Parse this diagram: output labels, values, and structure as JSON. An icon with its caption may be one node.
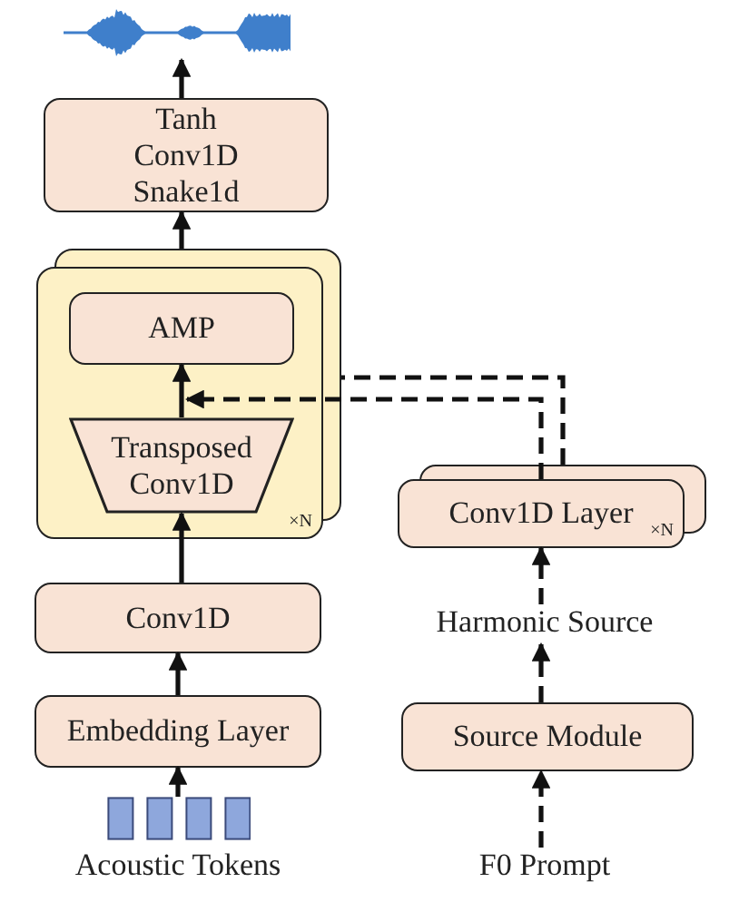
{
  "diagram": {
    "nodes": [
      {
        "text": [],
        "shape": "picture"
      },
      {
        "text": [
          "Tanh",
          "Conv1D",
          "Snake1d"
        ]
      },
      {
        "text": [
          "×N"
        ]
      },
      {
        "text": [
          "AMP"
        ],
        "in": 2
      },
      {
        "text": [
          "Transposed Conv1D"
        ],
        "in": 2
      },
      {
        "text": [
          "Conv1D"
        ]
      },
      {
        "text": [
          "Embedding Layer"
        ]
      },
      {
        "text": [
          "Acoustic Tokens"
        ]
      },
      {
        "text": [
          "Conv1D Layer",
          "×N"
        ]
      },
      {
        "text": [
          "Harmonic Source"
        ]
      },
      {
        "text": [
          "Source Module"
        ]
      },
      {
        "text": [
          "F0 Prompt"
        ]
      }
    ],
    "edges": [
      {
        "from": 1,
        "to": 0,
        "arrow": "to"
      },
      {
        "from": 2,
        "to": 1,
        "arrow": "to"
      },
      {
        "from": 4,
        "to": 3,
        "arrow": "to"
      },
      {
        "from": 5,
        "to": 4,
        "arrow": "to"
      },
      {
        "from": 6,
        "to": 5,
        "arrow": "to"
      },
      {
        "from": 7,
        "to": 6,
        "arrow": "to"
      },
      {
        "from": 8,
        "to": 3,
        "arrow": "to",
        "style": "dashed"
      },
      {
        "from": 8,
        "to": 2,
        "arrow": "none",
        "style": "dashed"
      },
      {
        "from": 9,
        "to": 8,
        "arrow": "to",
        "style": "dashed"
      },
      {
        "from": 10,
        "to": 9,
        "arrow": "to",
        "style": "dashed"
      },
      {
        "from": 11,
        "to": 10,
        "arrow": "to",
        "style": "dashed"
      }
    ]
  }
}
